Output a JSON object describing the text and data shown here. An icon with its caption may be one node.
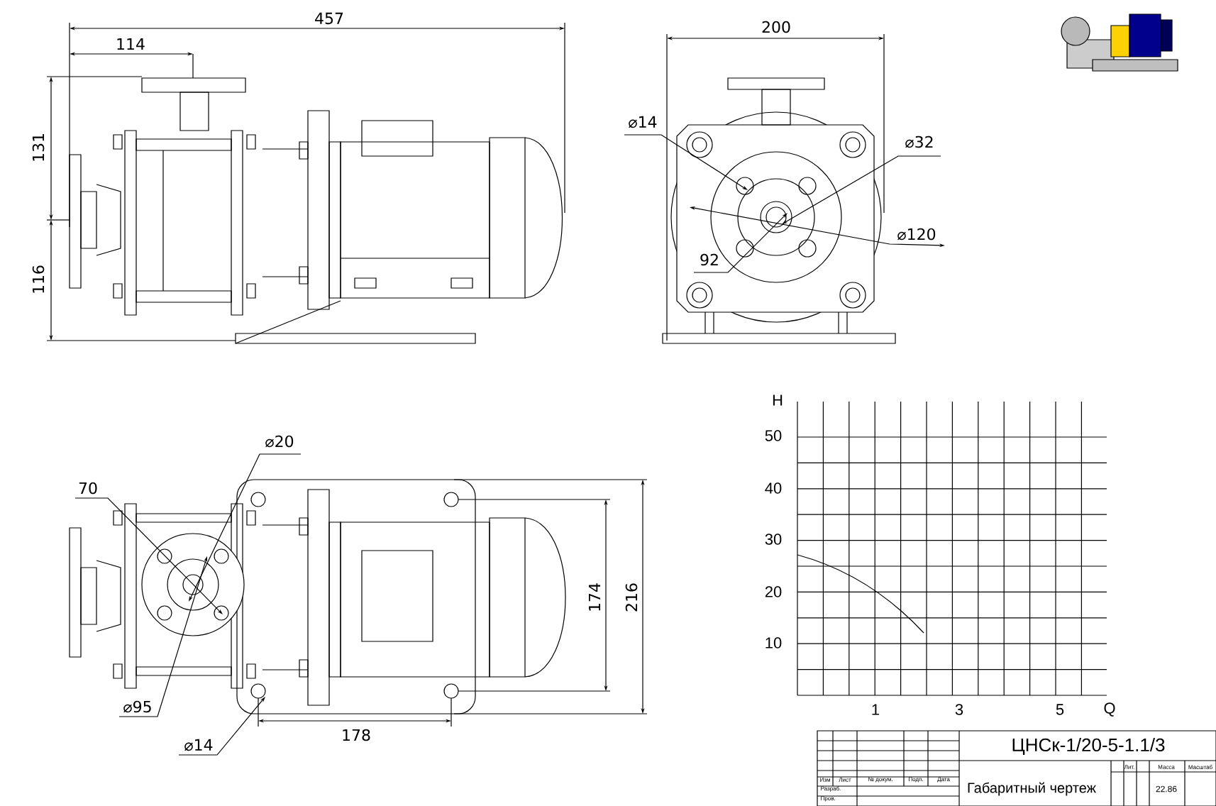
{
  "diagram": {
    "labels": [
      "457",
      "114",
      "131",
      "116",
      "200",
      "⌀14",
      "⌀32",
      "⌀120",
      "92",
      "⌀20",
      "70",
      "⌀95",
      "⌀14",
      "178",
      "174",
      "216",
      "H",
      "50",
      "40",
      "30",
      "20",
      "10",
      "1",
      "3",
      "5",
      "Q",
      "ЦНСк-1/20-5-1.1/3",
      "Изм",
      "Лист",
      "№ докум.",
      "Подп.",
      "Дата",
      "Лит.",
      "Масса",
      "Масштаб",
      "Разраб.",
      "Габаритный чертеж",
      "22.86",
      "Пров."
    ]
  }
}
